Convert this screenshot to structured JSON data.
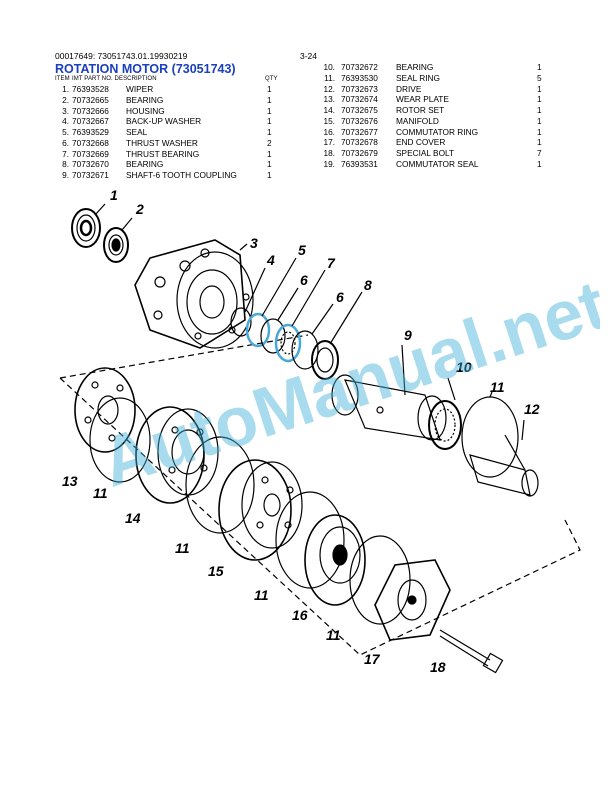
{
  "header": {
    "doc_id": "00017649: 73051743.01.19930219",
    "page": "3-24"
  },
  "title": "ROTATION MOTOR (73051743)",
  "columns": {
    "item": "ITEM",
    "part_desc": "IMT PART NO. DESCRIPTION",
    "qty": "QTY"
  },
  "items": [
    {
      "num": "1.",
      "part": "76393528",
      "desc": "WIPER",
      "qty": "1"
    },
    {
      "num": "2.",
      "part": "70732665",
      "desc": "BEARING",
      "qty": "1"
    },
    {
      "num": "3.",
      "part": "70732666",
      "desc": "HOUSING",
      "qty": "1"
    },
    {
      "num": "4.",
      "part": "70732667",
      "desc": "BACK-UP WASHER",
      "qty": "1"
    },
    {
      "num": "5.",
      "part": "76393529",
      "desc": "SEAL",
      "qty": "1"
    },
    {
      "num": "6.",
      "part": "70732668",
      "desc": "THRUST WASHER",
      "qty": "2"
    },
    {
      "num": "7.",
      "part": "70732669",
      "desc": "THRUST BEARING",
      "qty": "1"
    },
    {
      "num": "8.",
      "part": "70732670",
      "desc": "BEARING",
      "qty": "1"
    },
    {
      "num": "9.",
      "part": "70732671",
      "desc": "SHAFT-6 TOOTH COUPLING",
      "qty": "1"
    },
    {
      "num": "10.",
      "part": "70732672",
      "desc": "BEARING",
      "qty": "1"
    },
    {
      "num": "11.",
      "part": "76393530",
      "desc": "SEAL RING",
      "qty": "5"
    },
    {
      "num": "12.",
      "part": "70732673",
      "desc": "DRIVE",
      "qty": "1"
    },
    {
      "num": "13.",
      "part": "70732674",
      "desc": "WEAR PLATE",
      "qty": "1"
    },
    {
      "num": "14.",
      "part": "70732675",
      "desc": "ROTOR SET",
      "qty": "1"
    },
    {
      "num": "15.",
      "part": "70732676",
      "desc": "MANIFOLD",
      "qty": "1"
    },
    {
      "num": "16.",
      "part": "70732677",
      "desc": "COMMUTATOR RING",
      "qty": "1"
    },
    {
      "num": "17.",
      "part": "70732678",
      "desc": "END COVER",
      "qty": "1"
    },
    {
      "num": "18.",
      "part": "70732679",
      "desc": "SPECIAL BOLT",
      "qty": "7"
    },
    {
      "num": "19.",
      "part": "76393531",
      "desc": "COMMUTATOR SEAL",
      "qty": "1"
    }
  ],
  "callouts": [
    "1",
    "2",
    "3",
    "4",
    "5",
    "6",
    "7",
    "6",
    "8",
    "9",
    "10",
    "11",
    "12",
    "13",
    "11",
    "14",
    "11",
    "15",
    "11",
    "16",
    "11",
    "17",
    "18"
  ],
  "watermark": "AutoManual.net",
  "colors": {
    "title": "#1a3fbf",
    "watermark": "#3fb0d8"
  }
}
